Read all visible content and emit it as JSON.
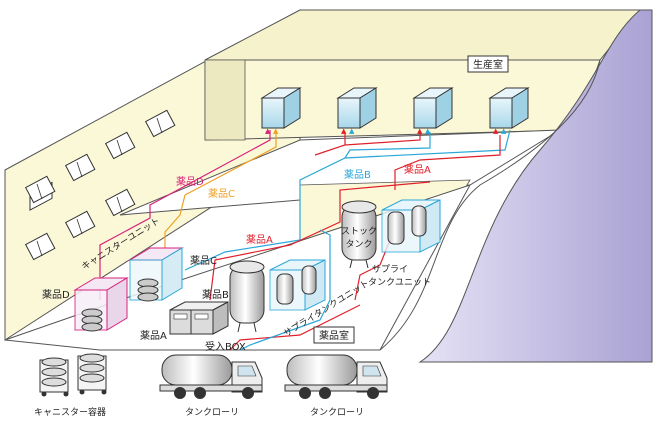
{
  "labels": {
    "production_room": "生産室",
    "chemical_room": "薬品室",
    "drug_a_top": "薬品A",
    "drug_b_top": "薬品B",
    "drug_c_top": "薬品C",
    "drug_d_top": "薬品D",
    "drug_a_mid": "薬品A",
    "drug_c_mid": "薬品C",
    "drug_b_box": "薬品B",
    "drug_a_box": "薬品A",
    "drug_d_left": "薬品D",
    "canister_unit": "キャニスターユニット",
    "supply_tank_unit_1": "サプライタンクユニット",
    "supply_tank_unit_2a": "サプライ",
    "supply_tank_unit_2b": "タンクユニット",
    "stock_tank_a": "ストック",
    "stock_tank_b": "タンク",
    "receiving_box": "受入BOX",
    "canister_container": "キャニスター容器",
    "tank_lorry_1": "タンクローリ",
    "tank_lorry_2": "タンクローリ"
  },
  "colors": {
    "wall": "#fbf8d8",
    "ceiling_wall": "#f3f0c8",
    "floor": "#ffffff",
    "curtain": "#c9c4e6",
    "pipe_a": "#e0202a",
    "pipe_b": "#2aa7d8",
    "pipe_c": "#f0a020",
    "pipe_d": "#d8207a",
    "unit_blue": "#cfeaf4"
  }
}
